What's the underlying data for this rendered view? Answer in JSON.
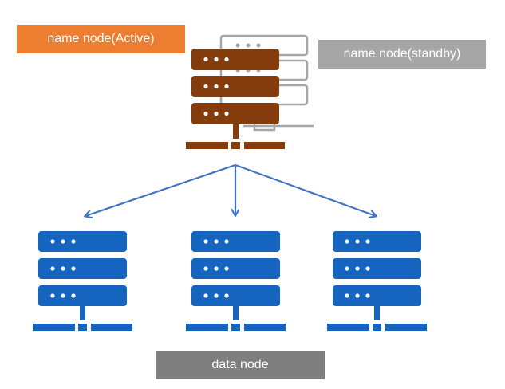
{
  "labels": {
    "active": "name node(Active)",
    "standby": "name node(standby)",
    "data": "data node"
  },
  "colors": {
    "active_label_bg": "#ED7D31",
    "standby_label_bg": "#A6A6A6",
    "data_label_bg": "#7F7F7F",
    "active_server": "#843C0C",
    "standby_server": "#A6A6A6",
    "data_server": "#1565C0",
    "arrow": "#4472C4"
  },
  "icons": {
    "active_server": "server-rack-icon",
    "standby_server": "server-rack-icon",
    "data_servers": [
      "server-rack-icon",
      "server-rack-icon",
      "server-rack-icon"
    ]
  }
}
